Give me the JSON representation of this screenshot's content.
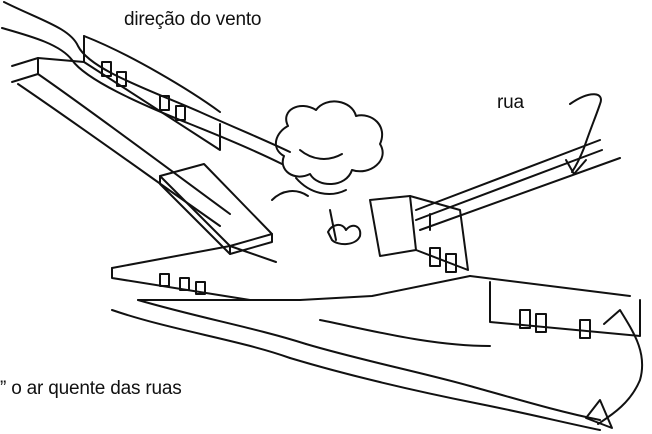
{
  "labels": {
    "wind_direction": "direção do vento",
    "street": "rua",
    "hot_air": "” o ar quente das ruas"
  }
}
